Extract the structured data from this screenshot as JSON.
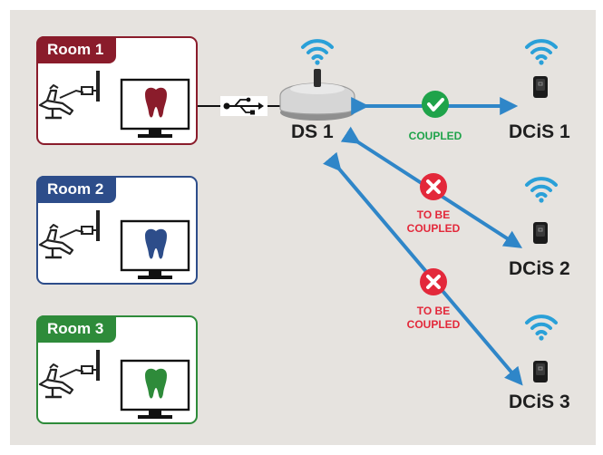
{
  "colors": {
    "room1": "#8a1c2b",
    "room2": "#2d4d8a",
    "room3": "#2e8b3a",
    "arrow": "#2f86c8",
    "coupled": "#1fa34a",
    "not_coupled": "#e3283a",
    "background": "#e6e3df"
  },
  "rooms": [
    {
      "label": "Room 1",
      "tooth_color": "#8a1c2b"
    },
    {
      "label": "Room 2",
      "tooth_color": "#2d4d8a"
    },
    {
      "label": "Room 3",
      "tooth_color": "#2e8b3a"
    }
  ],
  "base_station": {
    "label": "DS 1",
    "icon": "wifi-icon"
  },
  "connector": {
    "icon": "usb-icon"
  },
  "sensors": [
    {
      "label": "DCiS 1",
      "icon": "wifi-icon"
    },
    {
      "label": "DCiS 2",
      "icon": "wifi-icon"
    },
    {
      "label": "DCiS 3",
      "icon": "wifi-icon"
    }
  ],
  "links": [
    {
      "status": "COUPLED",
      "icon": "check-icon"
    },
    {
      "status_line1": "TO BE",
      "status_line2": "COUPLED",
      "icon": "cross-icon"
    },
    {
      "status_line1": "TO BE",
      "status_line2": "COUPLED",
      "icon": "cross-icon"
    }
  ]
}
